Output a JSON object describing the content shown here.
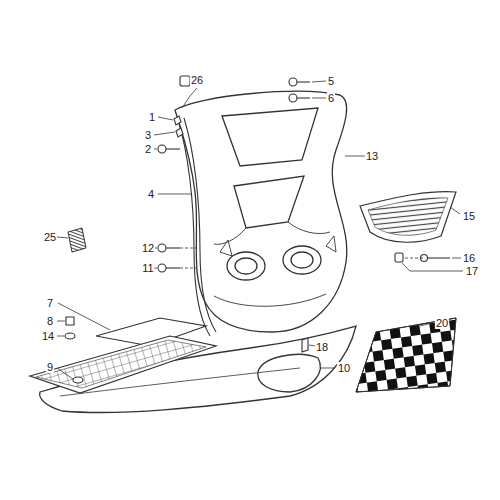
{
  "diagram": {
    "labels": [
      "26",
      "1",
      "5",
      "6",
      "3",
      "2",
      "13",
      "15",
      "4",
      "25",
      "16",
      "12",
      "17",
      "11",
      "7",
      "8",
      "14",
      "18",
      "20",
      "9",
      "10"
    ]
  }
}
